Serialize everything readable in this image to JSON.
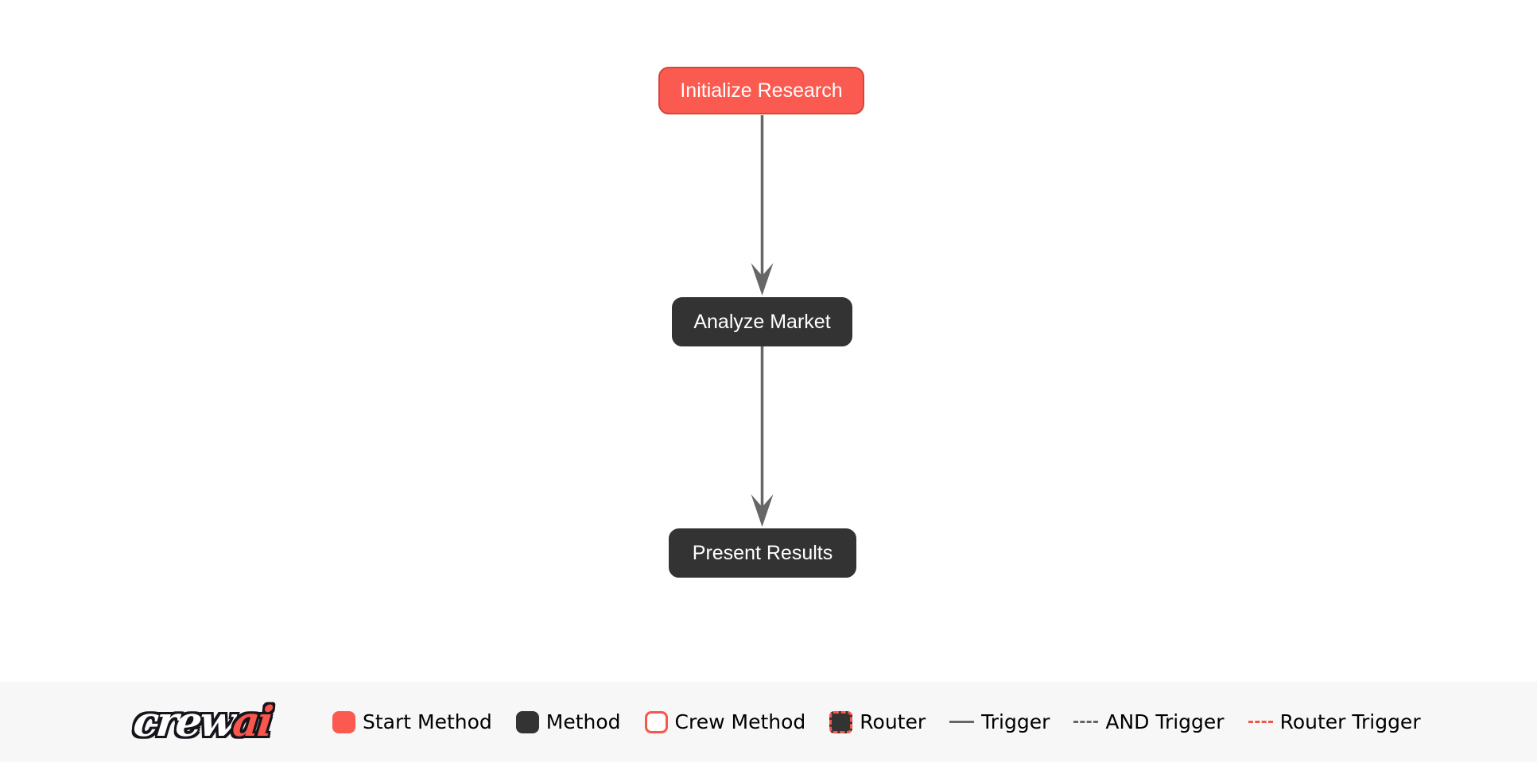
{
  "flow": {
    "nodes": [
      {
        "label": "Initialize Research",
        "type": "start-method"
      },
      {
        "label": "Analyze Market",
        "type": "method"
      },
      {
        "label": "Present Results",
        "type": "method"
      }
    ],
    "edges": [
      {
        "from": "Initialize Research",
        "to": "Analyze Market",
        "type": "trigger"
      },
      {
        "from": "Analyze Market",
        "to": "Present Results",
        "type": "trigger"
      }
    ]
  },
  "legend": {
    "logo_crew": "crew",
    "logo_ai": "ai",
    "items": [
      {
        "label": "Start Method",
        "swatch": "start-method-swatch"
      },
      {
        "label": "Method",
        "swatch": "method-swatch"
      },
      {
        "label": "Crew Method",
        "swatch": "crew-method-swatch"
      },
      {
        "label": "Router",
        "swatch": "router-swatch"
      },
      {
        "label": "Trigger",
        "swatch": "solid-gray-line"
      },
      {
        "label": "AND Trigger",
        "swatch": "dashed-gray-line"
      },
      {
        "label": "Router Trigger",
        "swatch": "dashed-red-line"
      }
    ]
  },
  "colors": {
    "start_method": "#fb5a50",
    "start_method_border": "#d6453a",
    "method": "#333333",
    "edge": "#666666",
    "router_trigger": "#f0564c",
    "node_text": "#ffffff",
    "legend_background": "#f7f7f8",
    "canvas_background": "#ffffff"
  }
}
